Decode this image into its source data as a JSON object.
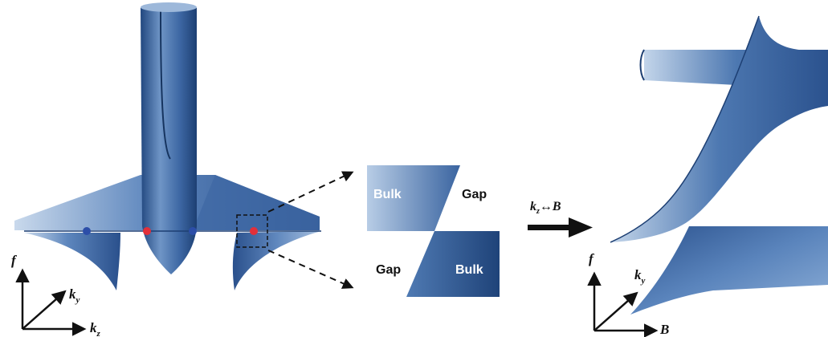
{
  "colors": {
    "surface_light": "#b8cde6",
    "surface_mid": "#4f7ab3",
    "surface_dark": "#21477f",
    "weyl_red": "#e2303a",
    "weyl_blue": "#2c4ea8",
    "ink": "#111111"
  },
  "inset": {
    "top_bulk": "Bulk",
    "top_gap": "Gap",
    "bottom_gap": "Gap",
    "bottom_bulk": "Bulk"
  },
  "transform": {
    "label_k": "k",
    "label_sub": "z",
    "label_rest": "↔B"
  },
  "axes_left": {
    "f": "f",
    "ky": "k",
    "ky_sub": "y",
    "kz": "k",
    "kz_sub": "z"
  },
  "axes_right": {
    "f": "f",
    "ky": "k",
    "ky_sub": "y",
    "b": "B"
  }
}
